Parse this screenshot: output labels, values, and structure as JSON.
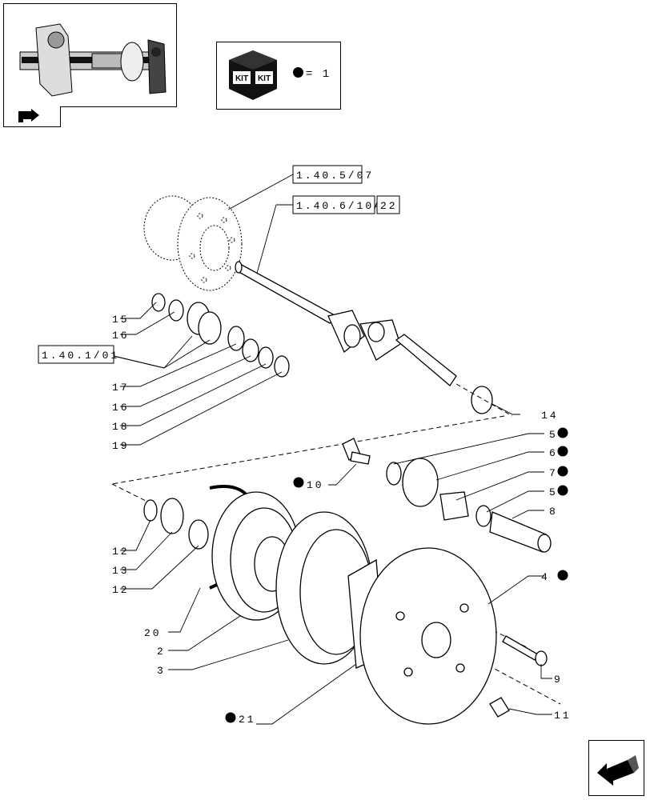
{
  "kit_legend": {
    "kit_text": "KIT",
    "equals": "= 1"
  },
  "references": {
    "ref_a": "1.40.5/07",
    "ref_b": "1.40.6/10A",
    "ref_b_suffix": "22",
    "ref_c": "1.40.1/01"
  },
  "callouts": {
    "c15": "15",
    "c16a": "16",
    "c17": "17",
    "c16b": "16",
    "c18": "18",
    "c19": "19",
    "c14": "14",
    "c5a": "5",
    "c6": "6",
    "c7": "7",
    "c5b": "5",
    "c8": "8",
    "c10": "10",
    "c12a": "12",
    "c13": "13",
    "c12b": "12",
    "c20": "20",
    "c2": "2",
    "c3": "3",
    "c4": "4",
    "c9": "9",
    "c21": "21",
    "c11": "11"
  }
}
